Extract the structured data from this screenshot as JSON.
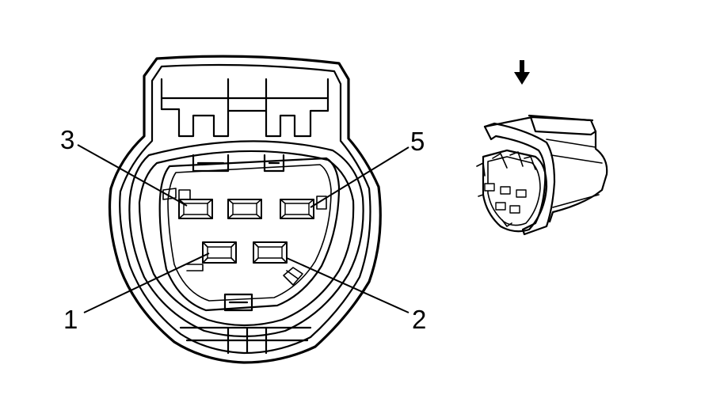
{
  "pin_labels": {
    "pin_3": "3",
    "pin_5": "5",
    "pin_1": "1",
    "pin_2": "2"
  },
  "icons": {
    "view_direction": "arrow-down-icon"
  }
}
